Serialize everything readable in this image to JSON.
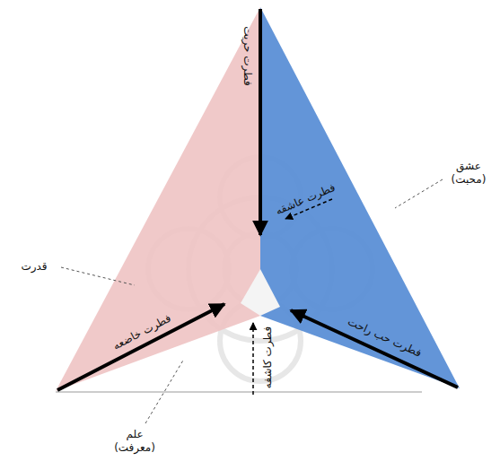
{
  "diagram": {
    "labels": [
      "فطرت حریت",
      "فطرت عاشقه",
      "عشق (محبت)",
      "قدرت",
      "فطرت حب راحت",
      "فطرت خاضعه",
      "فطرت کاشفه",
      "علم (معرفت)"
    ]
  }
}
